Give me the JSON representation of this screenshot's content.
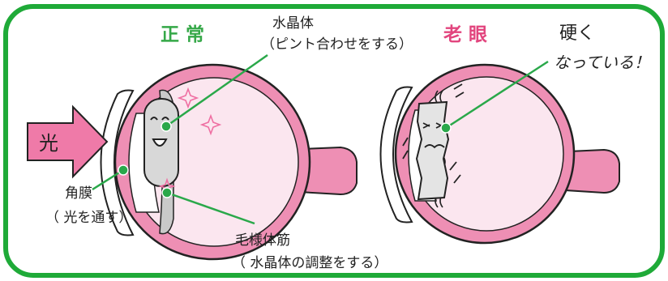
{
  "colors": {
    "frame": "#1faa38",
    "pointer": "#2aa84a",
    "eye_outline": "#222222",
    "eye_wall": "#ee8fb4",
    "eye_inner": "#fbe6ef",
    "lens_normal": "#d8d8d8",
    "lens_aged": "#e4e4e4",
    "arrow_fill": "#ef7aa8",
    "title_normal": "#35a848",
    "title_aged": "#e2457e",
    "sparkle": "#ef6fa2"
  },
  "titles": {
    "normal": "正 常",
    "aged": "老 眼"
  },
  "arrow": {
    "label": "光",
    "icon": "right-arrow-icon"
  },
  "labels": {
    "lens_name": "水晶体",
    "lens_desc": "（ピント合わせをする）",
    "cornea_name": "角膜",
    "cornea_desc": "（ 光を通す）",
    "ciliary_name": "毛様体筋",
    "ciliary_desc": "（ 水晶体の調整をする）",
    "hard_line1": "硬く",
    "hard_line2": "なっている！"
  }
}
